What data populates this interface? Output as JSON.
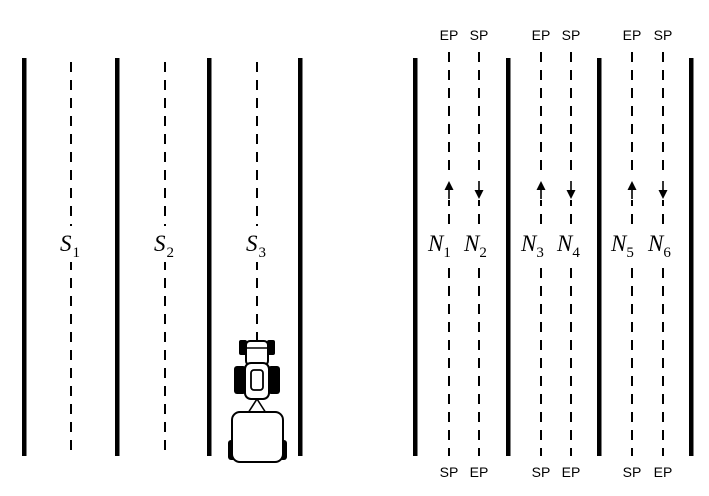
{
  "left_panel": {
    "lanes": [
      {
        "letter": "S",
        "sub": "1"
      },
      {
        "letter": "S",
        "sub": "2"
      },
      {
        "letter": "S",
        "sub": "3"
      }
    ]
  },
  "right_panel": {
    "lanes": [
      {
        "letter": "N",
        "sub": "1",
        "direction": "up",
        "top_label": "EP",
        "bottom_label": "SP"
      },
      {
        "letter": "N",
        "sub": "2",
        "direction": "down",
        "top_label": "SP",
        "bottom_label": "EP"
      },
      {
        "letter": "N",
        "sub": "3",
        "direction": "up",
        "top_label": "EP",
        "bottom_label": "SP"
      },
      {
        "letter": "N",
        "sub": "4",
        "direction": "down",
        "top_label": "SP",
        "bottom_label": "EP"
      },
      {
        "letter": "N",
        "sub": "5",
        "direction": "up",
        "top_label": "EP",
        "bottom_label": "SP"
      },
      {
        "letter": "N",
        "sub": "6",
        "direction": "down",
        "top_label": "SP",
        "bottom_label": "EP"
      }
    ]
  },
  "icons": {
    "vehicle": "tractor-with-trailer-icon"
  }
}
